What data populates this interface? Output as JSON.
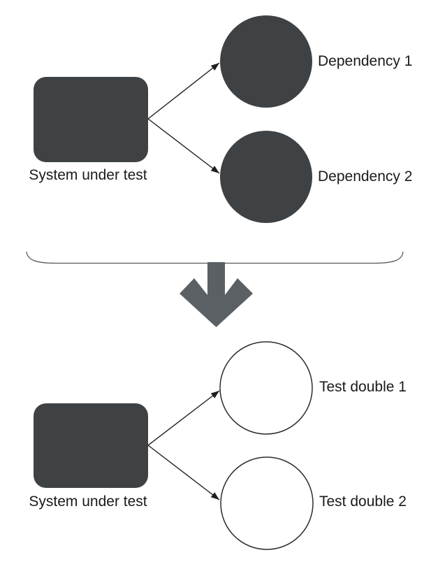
{
  "diagram": {
    "title_semantic": "test-doubles-replace-dependencies",
    "before": {
      "system_label": "System under test",
      "nodes": [
        {
          "label": "Dependency 1",
          "style": "filled"
        },
        {
          "label": "Dependency 2",
          "style": "filled"
        }
      ]
    },
    "after": {
      "system_label": "System under test",
      "nodes": [
        {
          "label": "Test double 1",
          "style": "outlined"
        },
        {
          "label": "Test double 2",
          "style": "outlined"
        }
      ]
    },
    "colors": {
      "shape_fill": "#3f4245",
      "big_arrow_fill": "#5b6064",
      "line_color": "#1e1e1e",
      "brace_color": "#55585b",
      "circle_outline": "#2b2e30",
      "node_outline_fill": "#ffffff",
      "text_color": "#1a1a1a",
      "background": "#ffffff"
    }
  }
}
